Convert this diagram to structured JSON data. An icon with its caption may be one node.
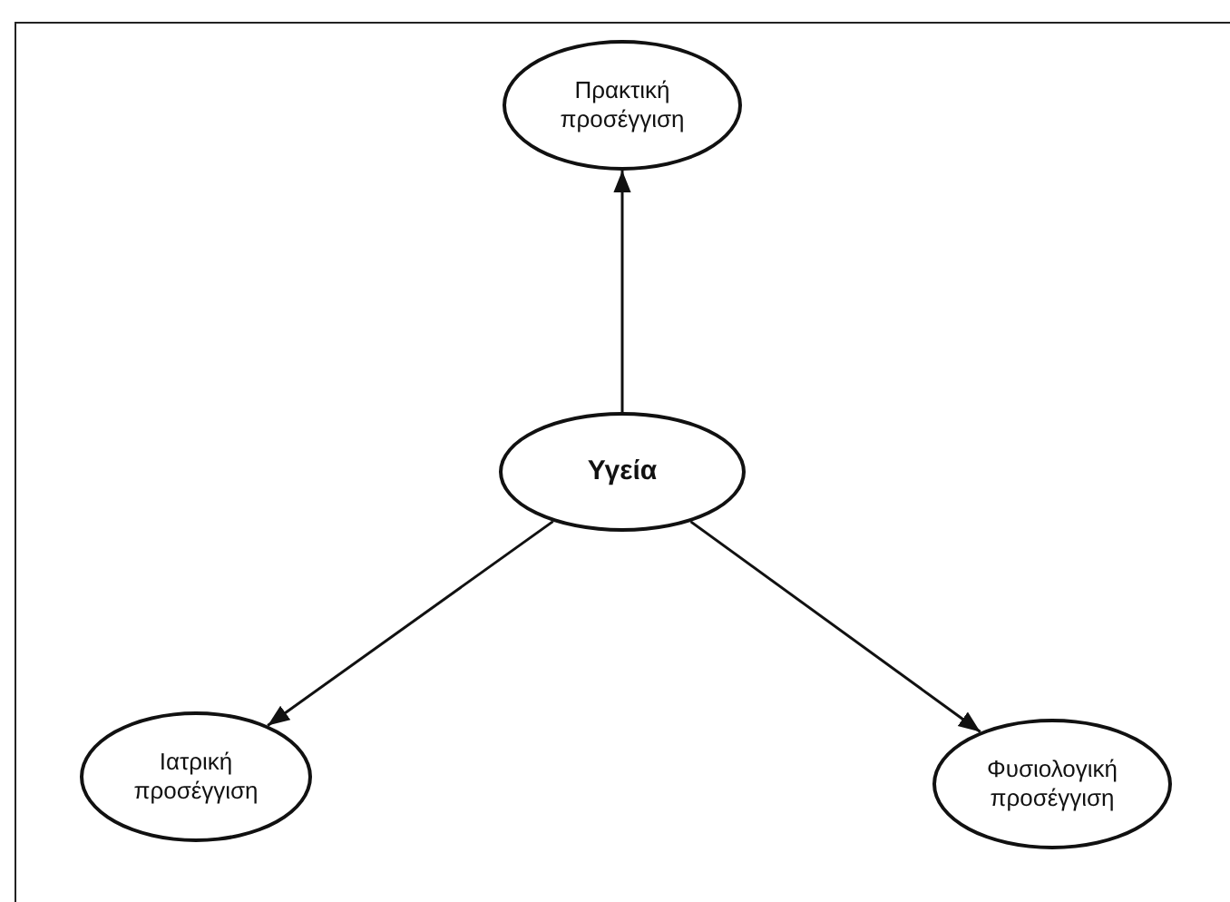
{
  "diagram": {
    "nodes": [
      {
        "text": [
          "Πρακτική προσέγγιση"
        ]
      },
      {
        "text": [
          "Υγεία"
        ]
      },
      {
        "text": [
          "Ιατρική προσέγγιση"
        ]
      },
      {
        "text": [
          "Φυσιολογική προσέγγιση"
        ]
      }
    ],
    "edges": [
      {
        "from": 1,
        "to": 0,
        "arrow": "to"
      },
      {
        "from": 1,
        "to": 2,
        "arrow": "to"
      },
      {
        "from": 1,
        "to": 3,
        "arrow": "to"
      }
    ]
  }
}
